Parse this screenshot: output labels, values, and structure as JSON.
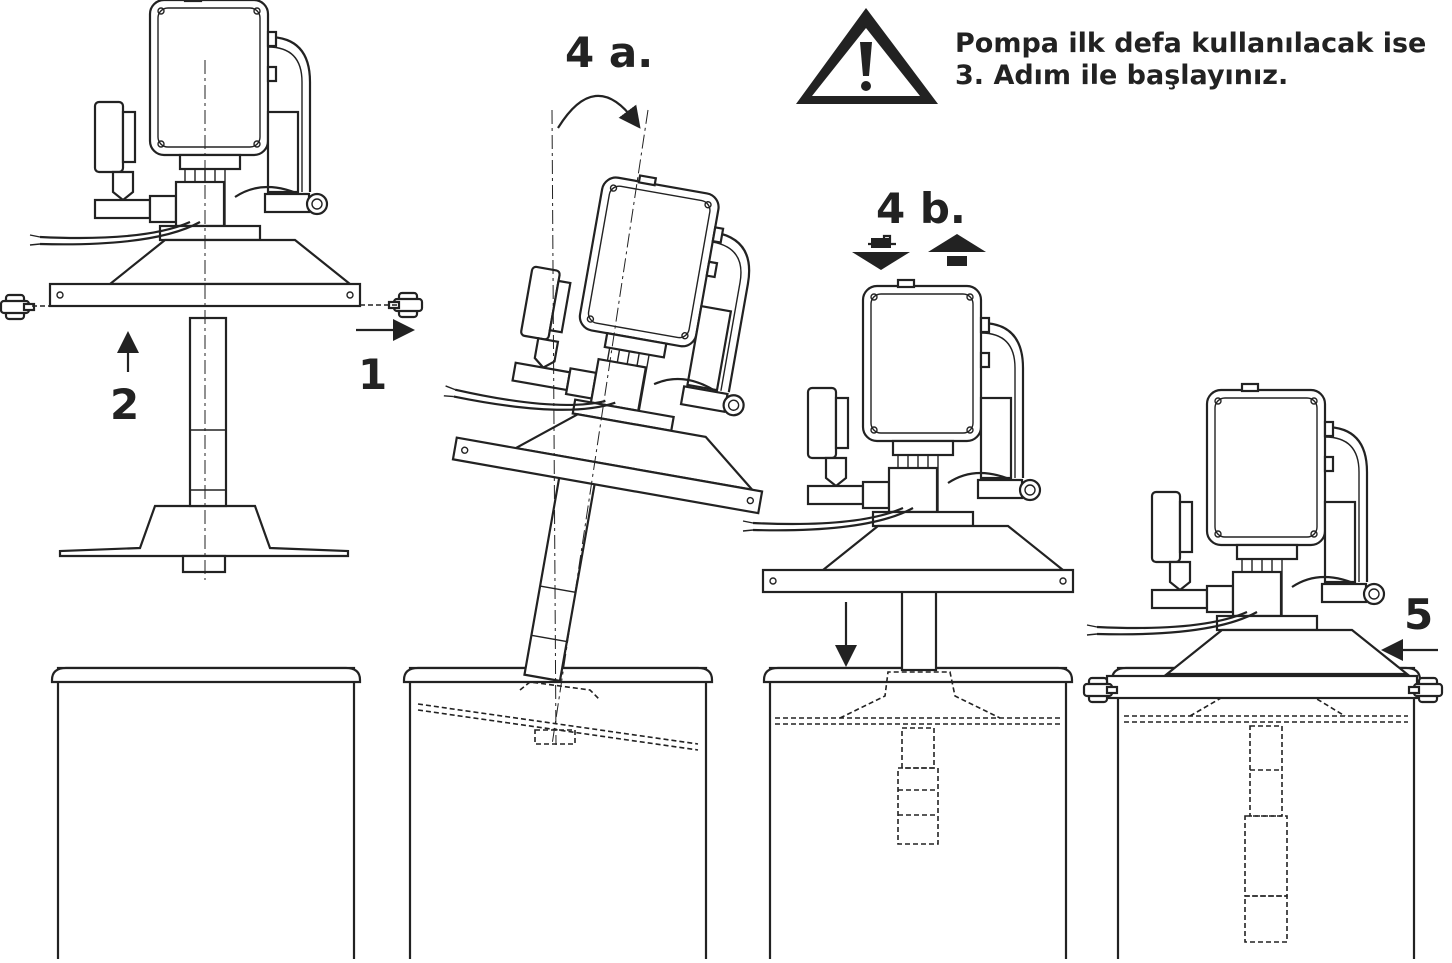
{
  "warning": {
    "line1": "Pompa ilk defa kullanılacak ise",
    "line2": "3. Adım ile başlayınız."
  },
  "steps": {
    "s1": "1",
    "s2": "2",
    "s4a": "4 a.",
    "s4b": "4 b.",
    "s5": "5"
  },
  "icons": [
    "warning-triangle-icon",
    "arrow-icon",
    "rotate-arrow-icon",
    "lower-icon",
    "raise-icon"
  ],
  "colors": {
    "line": "#222222",
    "background": "#ffffff"
  }
}
